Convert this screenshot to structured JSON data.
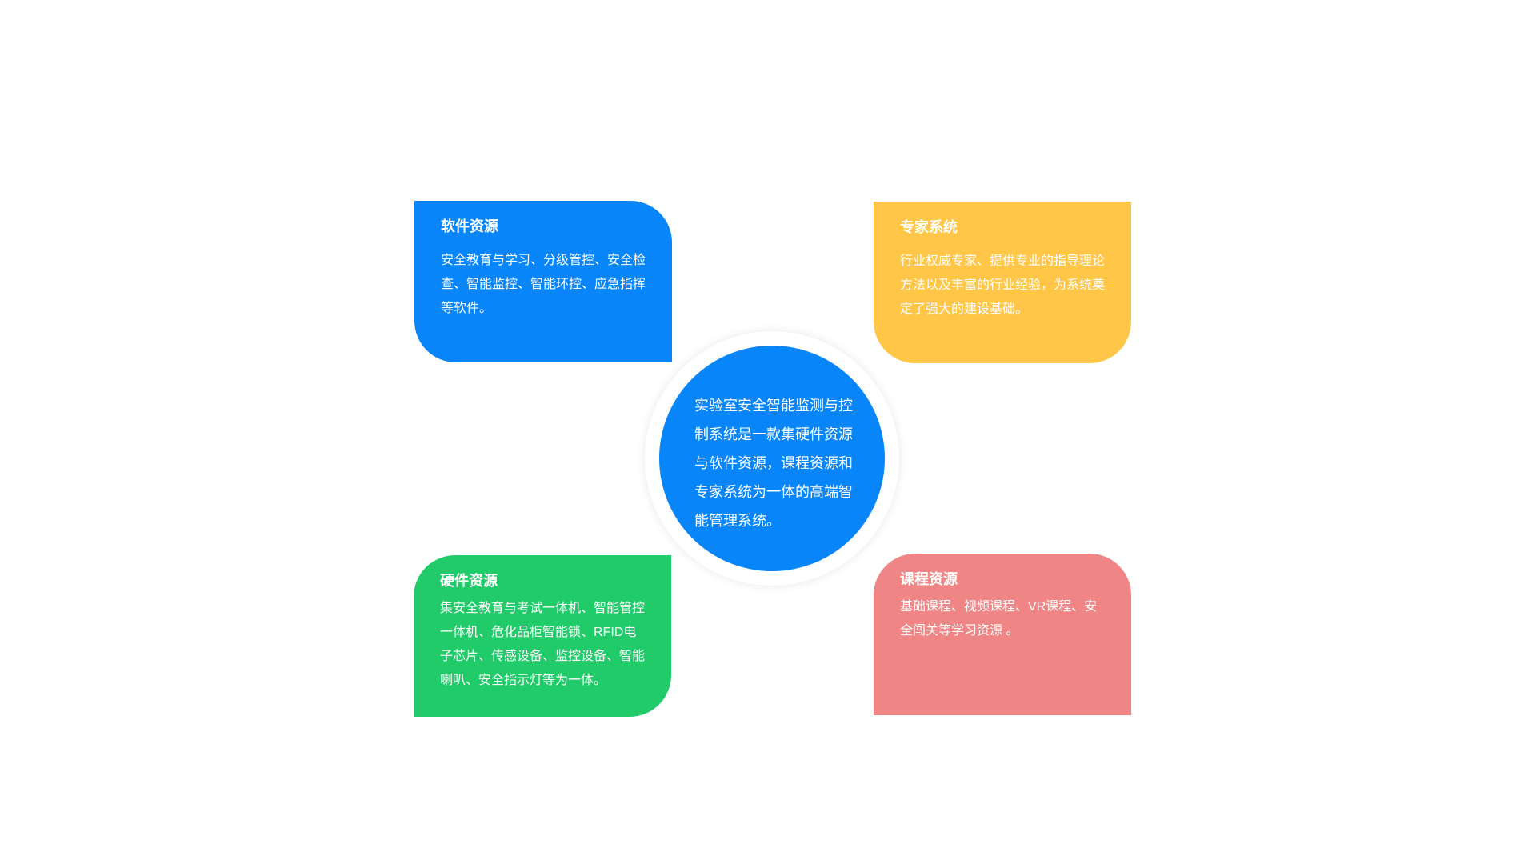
{
  "center": {
    "text": "实验室安全智能监测与控制系统是一款集硬件资源与软件资源，课程资源和专家系统为一体的高端智能管理系统。"
  },
  "cards": {
    "software": {
      "title": "软件资源",
      "text": "安全教育与学习、分级管控、安全检查、智能监控、智能环控、应急指挥等软件。"
    },
    "expert": {
      "title": "专家系统",
      "text": "行业权威专家、提供专业的指导理论方法以及丰富的行业经验，为系统奠定了强大的建设基础。"
    },
    "hardware": {
      "title": "硬件资源",
      "text": "集安全教育与考试一体机、智能管控一体机、危化品柜智能锁、RFID电子芯片、传感设备、监控设备、智能喇叭、安全指示灯等为一体。"
    },
    "course": {
      "title": "课程资源",
      "text": "基础课程、视频课程、VR课程、安全闯关等学习资源 。"
    }
  },
  "colors": {
    "software": "#0785f9",
    "expert": "#ffc647",
    "hardware": "#22cb6a",
    "course": "#ef8584",
    "center": "#0785f9"
  }
}
